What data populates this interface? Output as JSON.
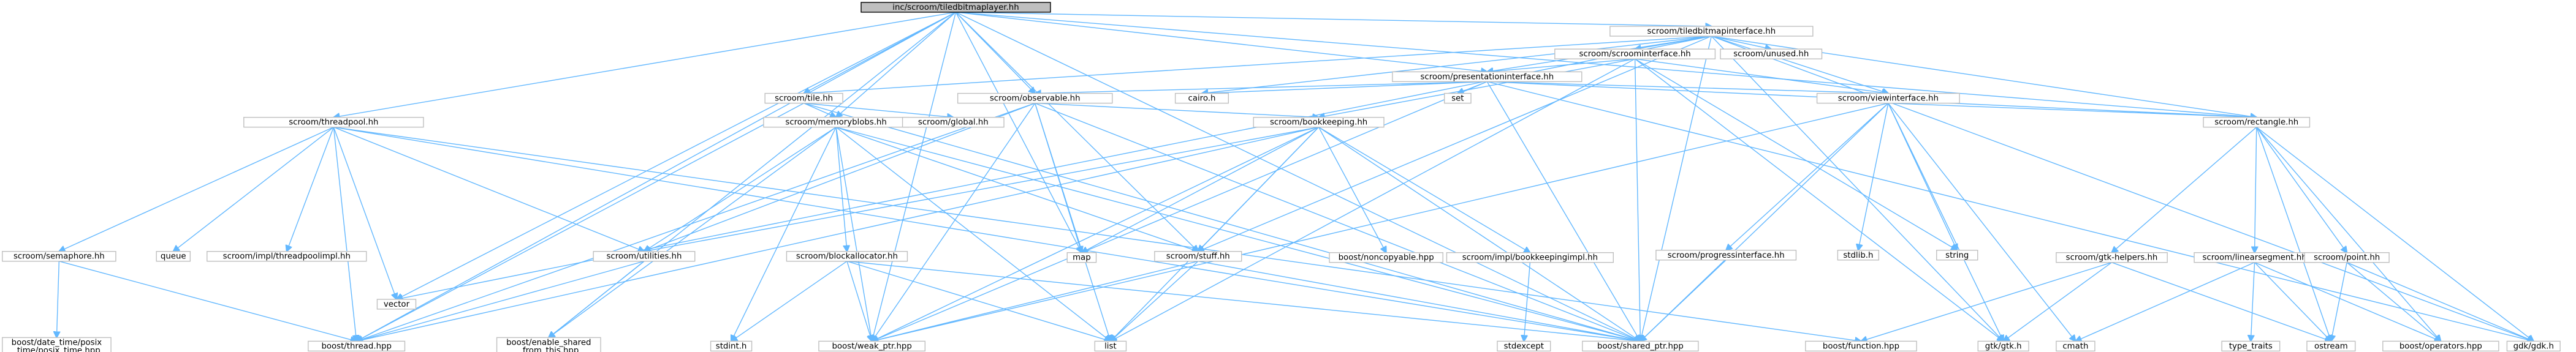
{
  "nodes": [
    {
      "id": "root",
      "lines": [
        "inc/scroom/tiledbitmaplayer.hh"
      ],
      "root": true
    },
    {
      "id": "tbi",
      "lines": [
        "scroom/tiledbitmapinterface.hh"
      ]
    },
    {
      "id": "tp",
      "lines": [
        "scroom/threadpool.hh"
      ]
    },
    {
      "id": "tile",
      "lines": [
        "scroom/tile.hh"
      ]
    },
    {
      "id": "obs",
      "lines": [
        "scroom/observable.hh"
      ]
    },
    {
      "id": "pres",
      "lines": [
        "scroom/presentationinterface.hh"
      ]
    },
    {
      "id": "scri",
      "lines": [
        "scroom/scroominterface.hh"
      ]
    },
    {
      "id": "unused",
      "lines": [
        "scroom/unused.hh"
      ]
    },
    {
      "id": "mb",
      "lines": [
        "scroom/memoryblobs.hh"
      ]
    },
    {
      "id": "global",
      "lines": [
        "scroom/global.hh"
      ]
    },
    {
      "id": "cairo",
      "lines": [
        "cairo.h"
      ]
    },
    {
      "id": "set",
      "lines": [
        "set"
      ]
    },
    {
      "id": "vi",
      "lines": [
        "scroom/viewinterface.hh"
      ]
    },
    {
      "id": "bk",
      "lines": [
        "scroom/bookkeeping.hh"
      ]
    },
    {
      "id": "sem",
      "lines": [
        "scroom/semaphore.hh"
      ]
    },
    {
      "id": "queue",
      "lines": [
        "queue"
      ]
    },
    {
      "id": "tpimpl",
      "lines": [
        "scroom/impl/threadpoolimpl.hh"
      ]
    },
    {
      "id": "ba",
      "lines": [
        "scroom/blockallocator.hh"
      ]
    },
    {
      "id": "util",
      "lines": [
        "scroom/utilities.hh"
      ]
    },
    {
      "id": "stuff",
      "lines": [
        "scroom/stuff.hh"
      ]
    },
    {
      "id": "map",
      "lines": [
        "map"
      ]
    },
    {
      "id": "noncopy",
      "lines": [
        "boost/noncopyable.hpp"
      ]
    },
    {
      "id": "bkimpl",
      "lines": [
        "scroom/impl/bookkeepingimpl.hh"
      ]
    },
    {
      "id": "prog",
      "lines": [
        "scroom/progressinterface.hh"
      ]
    },
    {
      "id": "stdlib",
      "lines": [
        "stdlib.h"
      ]
    },
    {
      "id": "string",
      "lines": [
        "string"
      ]
    },
    {
      "id": "rect",
      "lines": [
        "scroom/rectangle.hh"
      ]
    },
    {
      "id": "gtkh",
      "lines": [
        "scroom/gtk-helpers.hh"
      ]
    },
    {
      "id": "lseg",
      "lines": [
        "scroom/linearsegment.hh"
      ]
    },
    {
      "id": "point",
      "lines": [
        "scroom/point.hh"
      ]
    },
    {
      "id": "vector",
      "lines": [
        "vector"
      ]
    },
    {
      "id": "dtp",
      "lines": [
        "boost/date_time/posix",
        "_time/posix_time.hpp"
      ]
    },
    {
      "id": "thread",
      "lines": [
        "boost/thread.hpp"
      ]
    },
    {
      "id": "esft",
      "lines": [
        "boost/enable_shared",
        "_from_this.hpp"
      ]
    },
    {
      "id": "stdint",
      "lines": [
        "stdint.h"
      ]
    },
    {
      "id": "weak",
      "lines": [
        "boost/weak_ptr.hpp"
      ]
    },
    {
      "id": "list",
      "lines": [
        "list"
      ]
    },
    {
      "id": "shared",
      "lines": [
        "boost/shared_ptr.hpp"
      ]
    },
    {
      "id": "stdexcept",
      "lines": [
        "stdexcept"
      ]
    },
    {
      "id": "func",
      "lines": [
        "boost/function.hpp"
      ]
    },
    {
      "id": "gtk",
      "lines": [
        "gtk/gtk.h"
      ]
    },
    {
      "id": "cmath",
      "lines": [
        "cmath"
      ]
    },
    {
      "id": "typetraits",
      "lines": [
        "type_traits"
      ]
    },
    {
      "id": "ostream",
      "lines": [
        "ostream"
      ]
    },
    {
      "id": "ops",
      "lines": [
        "boost/operators.hpp"
      ]
    },
    {
      "id": "gdk",
      "lines": [
        "gdk/gdk.h"
      ]
    }
  ],
  "edges": [
    [
      "root",
      "tbi"
    ],
    [
      "root",
      "tp"
    ],
    [
      "root",
      "tile"
    ],
    [
      "root",
      "obs"
    ],
    [
      "root",
      "pres"
    ],
    [
      "root",
      "mb"
    ],
    [
      "root",
      "vector"
    ],
    [
      "root",
      "thread"
    ],
    [
      "root",
      "esft"
    ],
    [
      "root",
      "map"
    ],
    [
      "root",
      "stuff"
    ],
    [
      "root",
      "weak"
    ],
    [
      "root",
      "shared"
    ],
    [
      "root",
      "rect"
    ],
    [
      "tbi",
      "scri"
    ],
    [
      "tbi",
      "unused"
    ],
    [
      "tbi",
      "pres"
    ],
    [
      "tbi",
      "tile"
    ],
    [
      "tbi",
      "vi"
    ],
    [
      "tbi",
      "rect"
    ],
    [
      "tbi",
      "stuff"
    ],
    [
      "tbi",
      "cairo"
    ],
    [
      "tbi",
      "vector"
    ],
    [
      "tbi",
      "shared"
    ],
    [
      "tbi",
      "gtk"
    ],
    [
      "tbi",
      "gdk"
    ],
    [
      "scri",
      "pres"
    ],
    [
      "scri",
      "vi"
    ],
    [
      "scri",
      "bk"
    ],
    [
      "scri",
      "list"
    ],
    [
      "scri",
      "shared"
    ],
    [
      "scri",
      "gtk"
    ],
    [
      "scri",
      "string"
    ],
    [
      "pres",
      "obs"
    ],
    [
      "pres",
      "vi"
    ],
    [
      "pres",
      "rect"
    ],
    [
      "pres",
      "cairo"
    ],
    [
      "pres",
      "set"
    ],
    [
      "pres",
      "weak"
    ],
    [
      "pres",
      "shared"
    ],
    [
      "pres",
      "gdk"
    ],
    [
      "tp",
      "sem"
    ],
    [
      "tp",
      "queue"
    ],
    [
      "tp",
      "tpimpl"
    ],
    [
      "tp",
      "thread"
    ],
    [
      "tp",
      "vector"
    ],
    [
      "tp",
      "func"
    ],
    [
      "tp",
      "util"
    ],
    [
      "tp",
      "shared"
    ],
    [
      "tile",
      "global"
    ],
    [
      "tile",
      "mb"
    ],
    [
      "tile",
      "thread"
    ],
    [
      "tile",
      "shared"
    ],
    [
      "obs",
      "bk"
    ],
    [
      "obs",
      "util"
    ],
    [
      "obs",
      "thread"
    ],
    [
      "obs",
      "map"
    ],
    [
      "obs",
      "list"
    ],
    [
      "obs",
      "weak"
    ],
    [
      "obs",
      "shared"
    ],
    [
      "mb",
      "ba"
    ],
    [
      "mb",
      "util"
    ],
    [
      "mb",
      "stuff"
    ],
    [
      "mb",
      "stdint"
    ],
    [
      "mb",
      "weak"
    ],
    [
      "mb",
      "list"
    ],
    [
      "mb",
      "shared"
    ],
    [
      "mb",
      "esft"
    ],
    [
      "vi",
      "prog"
    ],
    [
      "vi",
      "stdlib"
    ],
    [
      "vi",
      "string"
    ],
    [
      "vi",
      "rect"
    ],
    [
      "vi",
      "shared"
    ],
    [
      "vi",
      "gtk"
    ],
    [
      "vi",
      "cmath"
    ],
    [
      "vi",
      "weak"
    ],
    [
      "bk",
      "stuff"
    ],
    [
      "bk",
      "noncopy"
    ],
    [
      "bk",
      "bkimpl"
    ],
    [
      "bk",
      "map"
    ],
    [
      "bk",
      "list"
    ],
    [
      "bk",
      "weak"
    ],
    [
      "bk",
      "shared"
    ],
    [
      "bk",
      "thread"
    ],
    [
      "bk",
      "util"
    ],
    [
      "sem",
      "dtp"
    ],
    [
      "sem",
      "thread"
    ],
    [
      "ba",
      "stdint"
    ],
    [
      "ba",
      "list"
    ],
    [
      "ba",
      "weak"
    ],
    [
      "ba",
      "shared"
    ],
    [
      "util",
      "thread"
    ],
    [
      "util",
      "esft"
    ],
    [
      "stuff",
      "weak"
    ],
    [
      "stuff",
      "list"
    ],
    [
      "stuff",
      "shared"
    ],
    [
      "bkimpl",
      "stdexcept"
    ],
    [
      "prog",
      "shared"
    ],
    [
      "rect",
      "gtkh"
    ],
    [
      "rect",
      "lseg"
    ],
    [
      "rect",
      "point"
    ],
    [
      "rect",
      "ostream"
    ],
    [
      "rect",
      "ops"
    ],
    [
      "rect",
      "gdk"
    ],
    [
      "gtkh",
      "func"
    ],
    [
      "gtkh",
      "gtk"
    ],
    [
      "gtkh",
      "ostream"
    ],
    [
      "lseg",
      "cmath"
    ],
    [
      "lseg",
      "ostream"
    ],
    [
      "lseg",
      "typetraits"
    ],
    [
      "lseg",
      "ops"
    ],
    [
      "point",
      "ostream"
    ],
    [
      "point",
      "ops"
    ],
    [
      "point",
      "gdk"
    ]
  ]
}
